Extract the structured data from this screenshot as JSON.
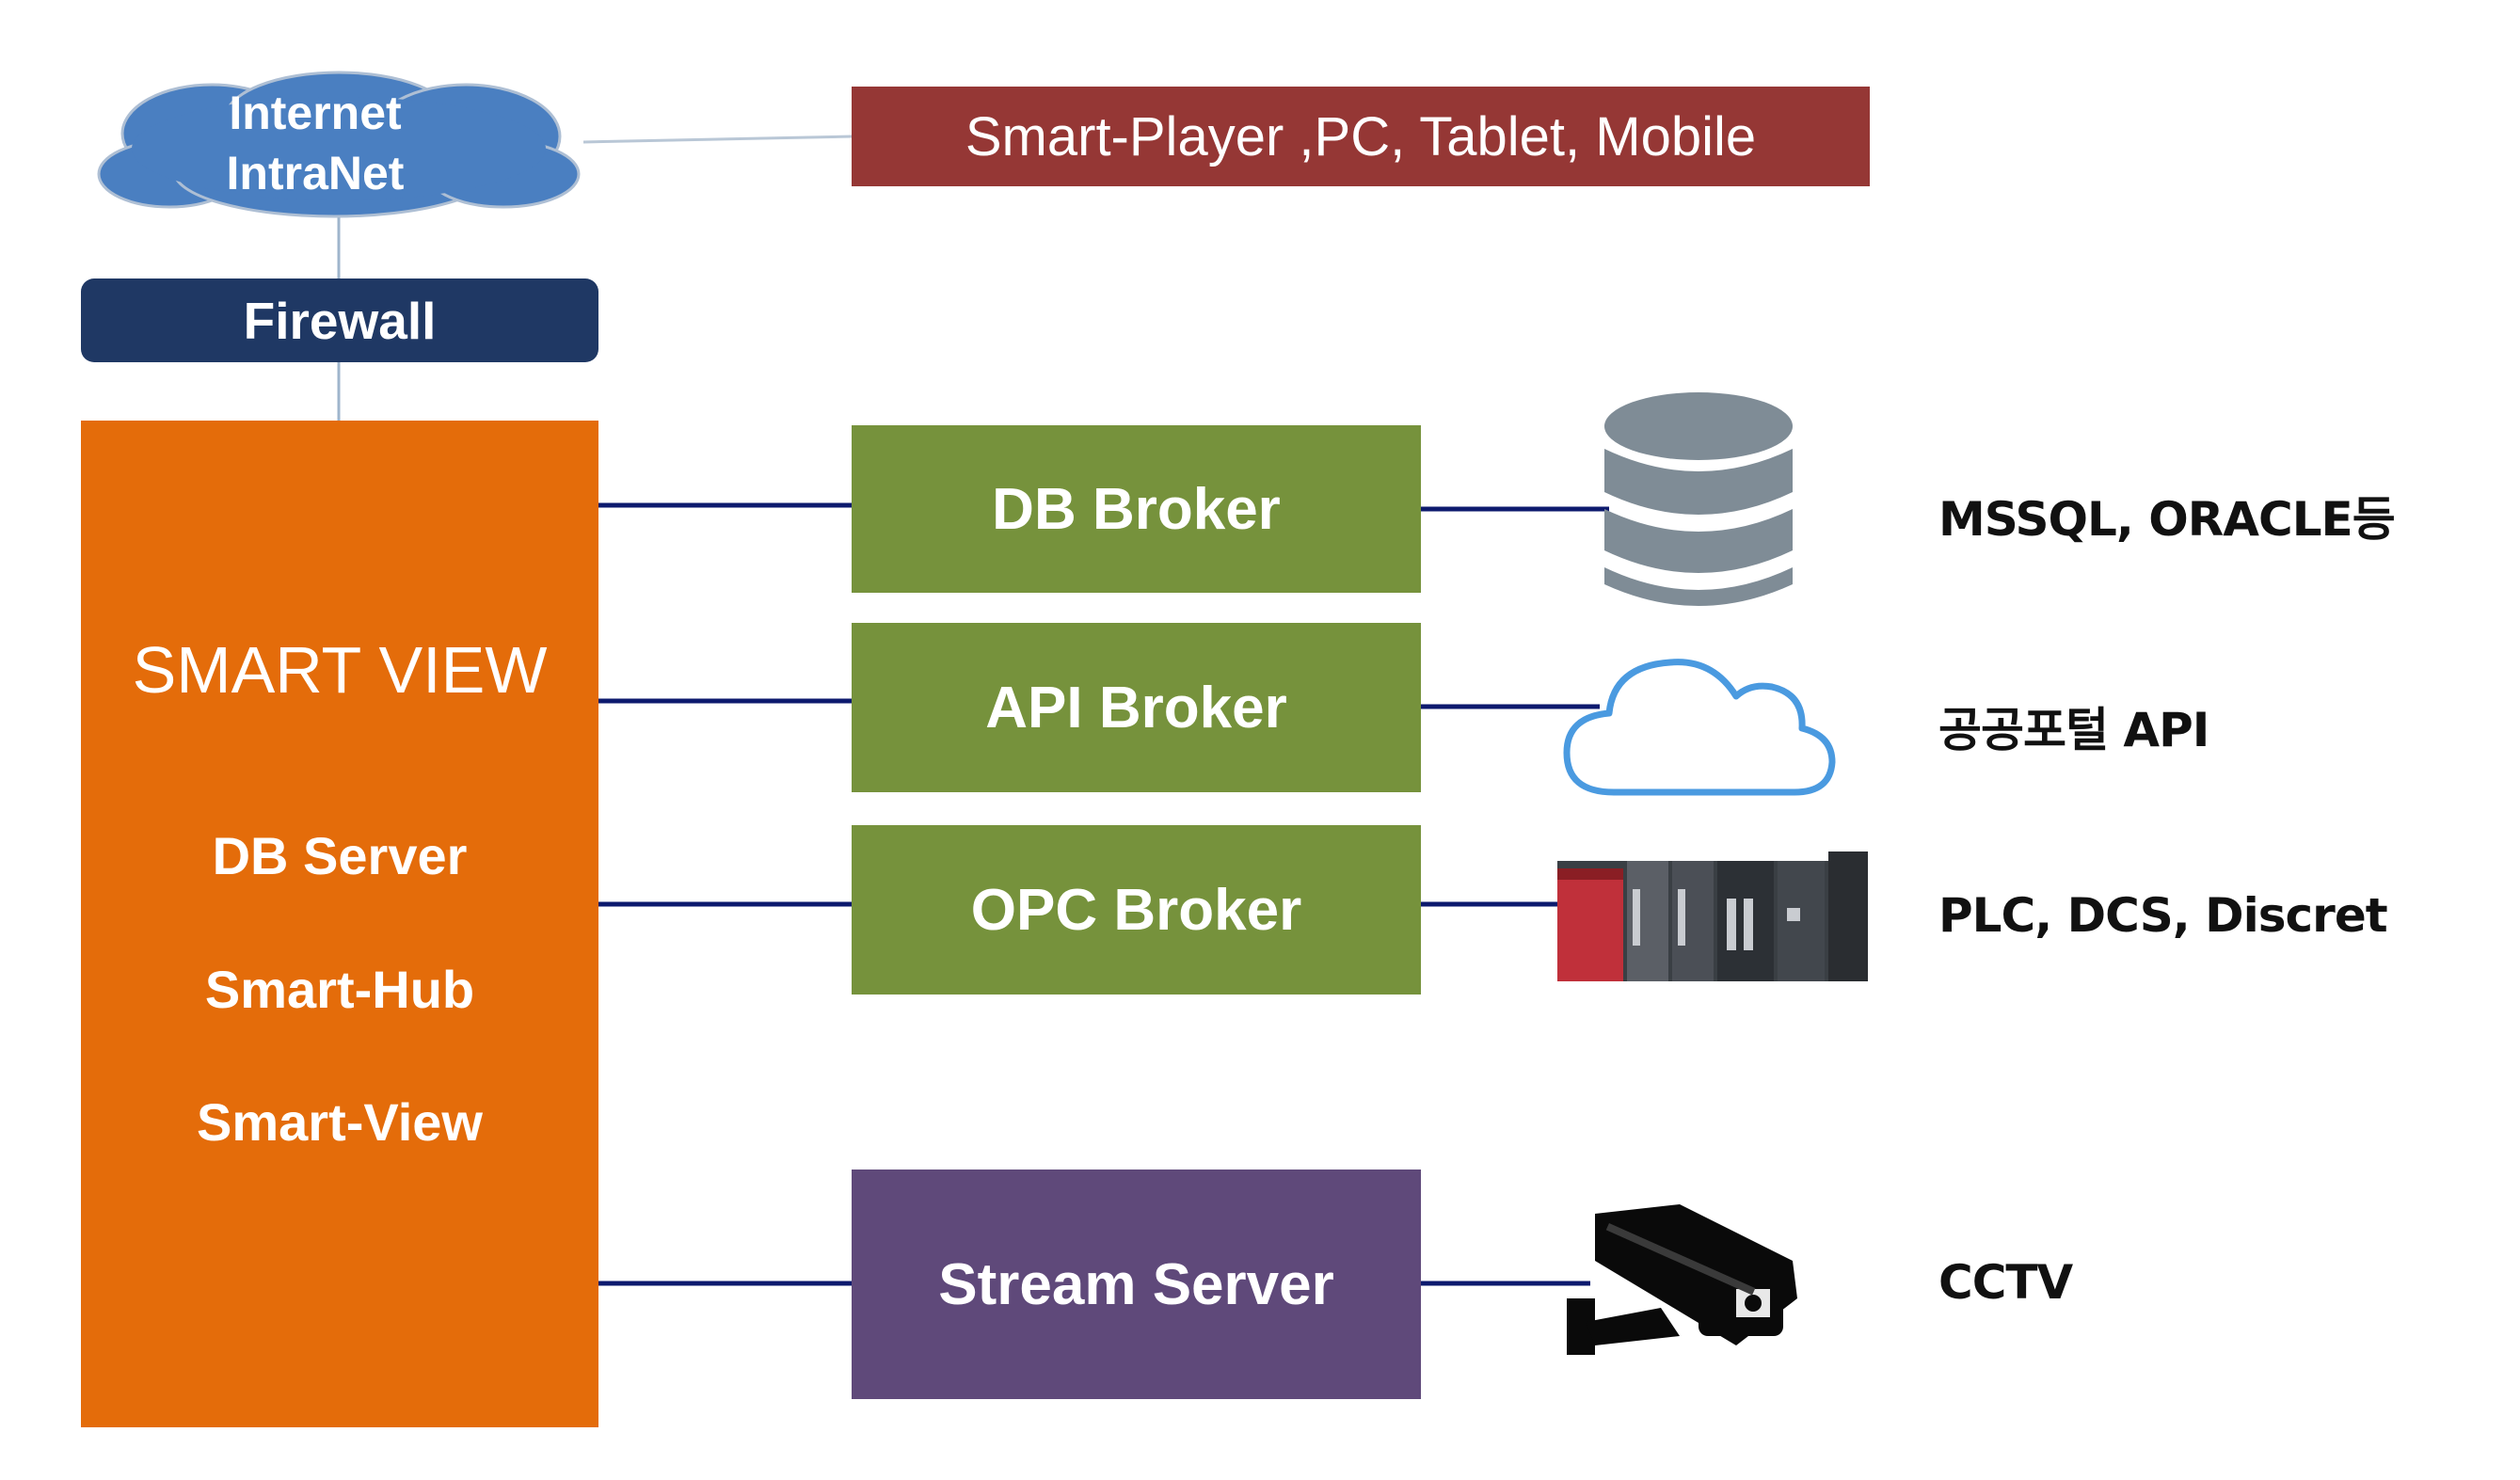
{
  "cloud": {
    "line1": "Internet",
    "line2": "IntraNet"
  },
  "clients_box": {
    "label": "Smart-Player ,PC, Tablet, Mobile"
  },
  "firewall": {
    "label": "Firewall"
  },
  "smart_view": {
    "title": "SMART VIEW",
    "components": [
      "DB Server",
      "Smart-Hub",
      "Smart-View"
    ]
  },
  "brokers": [
    {
      "label": "DB Broker",
      "target_icon": "database-icon",
      "target_label": "MSSQL, ORACLE등"
    },
    {
      "label": "API Broker",
      "target_icon": "cloud-icon",
      "target_label": "공공포털 API"
    },
    {
      "label": "OPC Broker",
      "target_icon": "plc-device-icon",
      "target_label": "PLC, DCS, Discret"
    },
    {
      "label": "Stream Server",
      "target_icon": "cctv-camera-icon",
      "target_label": "CCTV"
    }
  ],
  "colors": {
    "cloud": "#4a7fc1",
    "clients": "#953735",
    "firewall": "#1f3864",
    "smart_view": "#e46c0a",
    "broker": "#76923c",
    "stream": "#5f497a",
    "link": "#0d1a6e",
    "database": "#7f8c96",
    "cloud_outline": "#4a9ae0"
  }
}
